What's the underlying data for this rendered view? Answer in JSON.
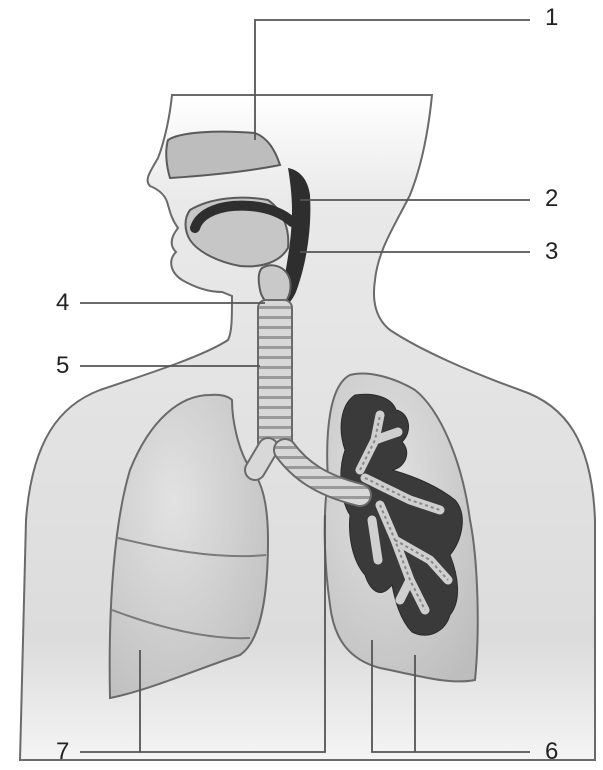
{
  "labels": {
    "l1": "1",
    "l2": "2",
    "l3": "3",
    "l4": "4",
    "l5": "5",
    "l6": "6",
    "l7": "7"
  },
  "colors": {
    "background": "#ffffff",
    "body_fill": "#e4e4e4",
    "outline": "#6a6a6a",
    "leader_line": "#555555",
    "cavity_dark": "#2e2e2e",
    "lung_fill": "#d2d2d2",
    "bronchi_dark": "#3a3a3a"
  }
}
